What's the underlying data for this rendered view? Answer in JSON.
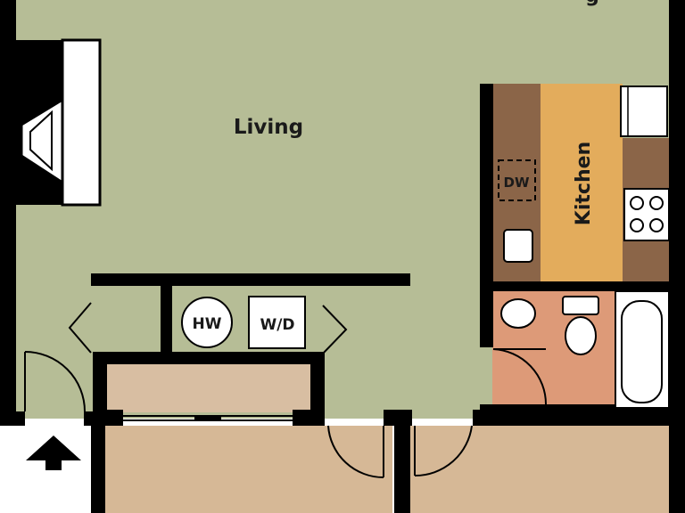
{
  "rooms": {
    "living": "Living",
    "kitchen": "Kitchen",
    "top_cut": "g"
  },
  "appliances": {
    "dishwasher": "DW",
    "water_heater": "HW",
    "washer_dryer": "W/D"
  },
  "colors": {
    "living_floor": "#b6bd96",
    "kitchen_floor": "#e3ac5c",
    "cabinet": "#8b6548",
    "bath_floor": "#dd9a78",
    "bedroom_floor": "#d6b896",
    "hall_floor": "#d8bea2",
    "wall": "#000000",
    "fixture": "#ffffff"
  },
  "icons": {
    "entry": "arrow-up-icon",
    "fireplace": "fireplace-icon",
    "range": "stove-icon"
  }
}
